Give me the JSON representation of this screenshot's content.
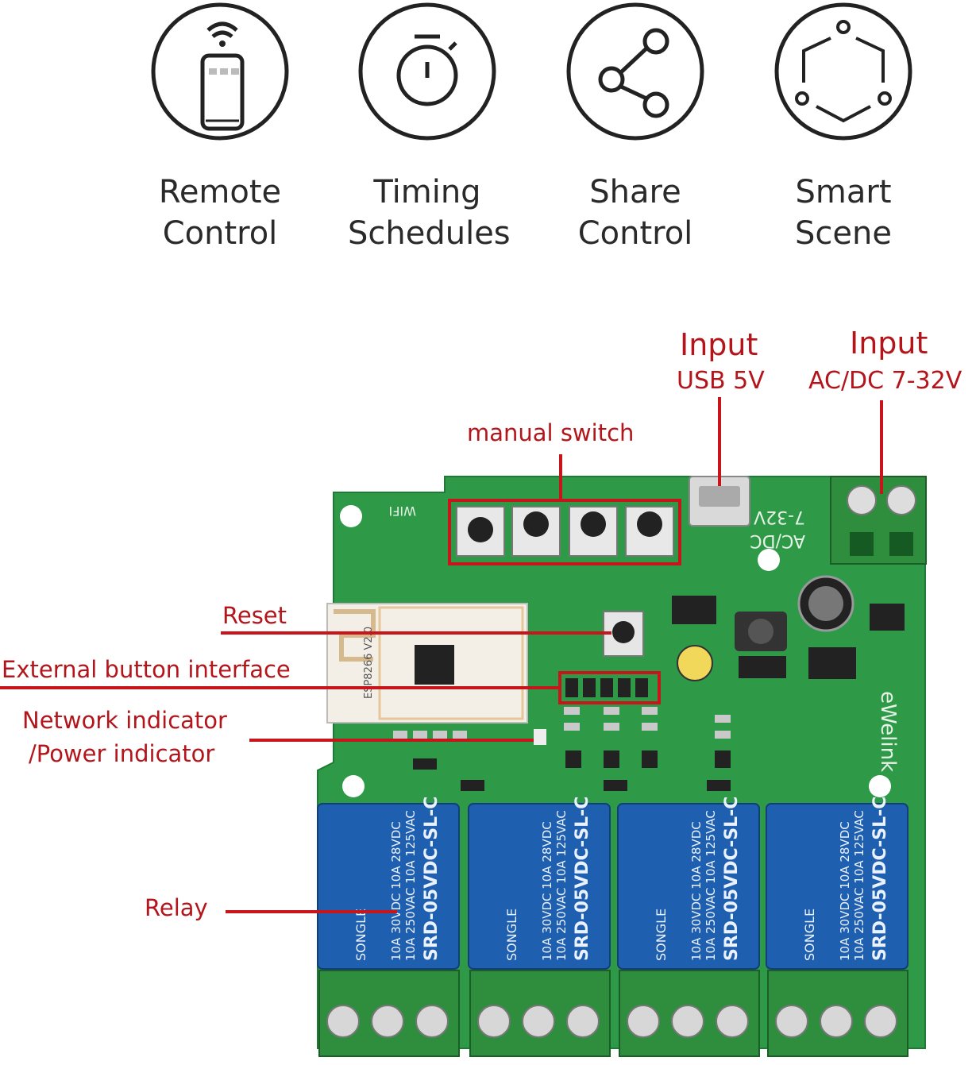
{
  "features": [
    {
      "icon": "smartphone-wifi-icon",
      "line1": "Remote",
      "line2": "Control"
    },
    {
      "icon": "stopwatch-icon",
      "line1": "Timing",
      "line2": "Schedules"
    },
    {
      "icon": "share-icon",
      "line1": "Share",
      "line2": "Control"
    },
    {
      "icon": "smart-scene-icon",
      "line1": "Smart",
      "line2": "Scene"
    }
  ],
  "annotations": {
    "input_usb_title": "Input",
    "input_usb_sub": "USB 5V",
    "input_acdc_title": "Input",
    "input_acdc_sub": "AC/DC 7-32V",
    "manual_switch": "manual switch",
    "reset": "Reset",
    "external_button": "External button interface",
    "network_indicator": "Network indicator",
    "power_indicator": "/Power indicator",
    "relay": "Relay"
  },
  "board_print": {
    "wifi": "WIFI",
    "voltage": "7-32V",
    "acdc": "AC/DC",
    "brand": "eWelink",
    "module": "ESP8266 V2.0",
    "relay_brand": "SONGLE",
    "relay_model": "SRD-05VDC-SL-C",
    "relay_rating_ac": "10A 250VAC",
    "relay_rating_dc": "10A 30VDC",
    "relay_rating_ac2": "10A 125VAC",
    "relay_rating_dc2": "10A 28VDC"
  },
  "colors": {
    "annotation": "#b3151b",
    "pcb": "#2e9a48",
    "relay": "#1f5fb0",
    "terminal": "#2f8e3e"
  }
}
